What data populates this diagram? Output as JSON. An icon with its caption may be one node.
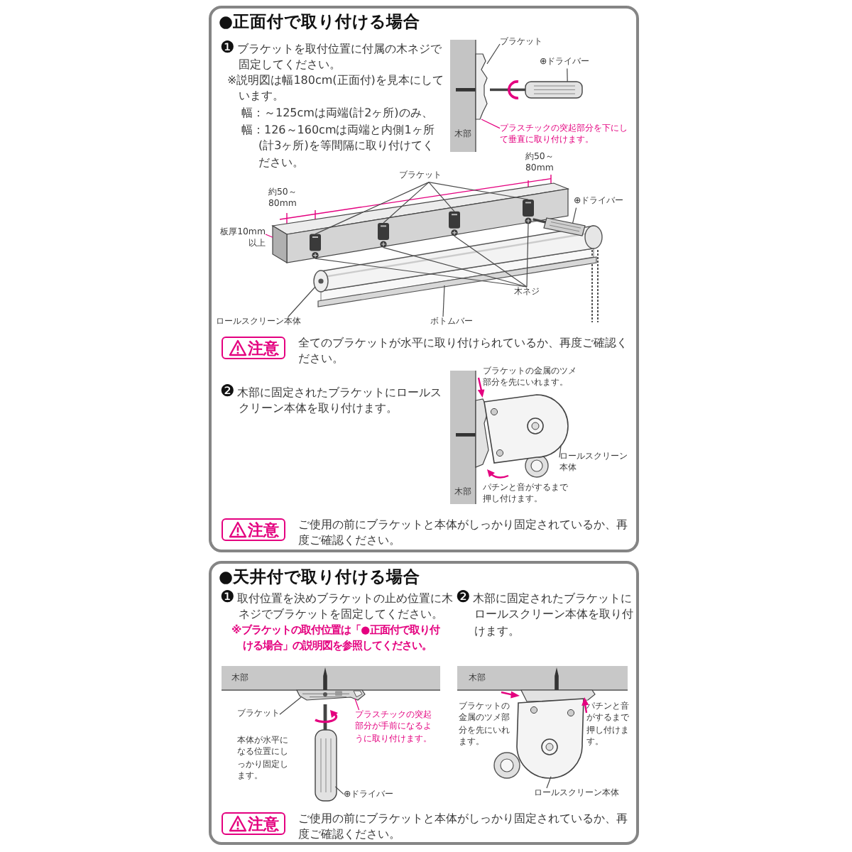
{
  "diagram": {
    "nodes": [
      {
        "text": [
          "●正面付で取り付ける場合",
          "❶ブラケットを取付位置に付属の木ネジで固定してください。",
          "※説明図は幅180cm(正面付)を見本にしています。",
          "幅：～125cmは両端(計2ヶ所)のみ、",
          "幅：126～160cmは両端と内側1ヶ所(計3ヶ所)を等間隔に取り付けてください。",
          "❷木部に固定されたブラケットにロールスクリーン本体を取り付けます。"
        ]
      },
      {
        "text": [
          "ブラケット"
        ],
        "in": 0
      },
      {
        "text": [],
        "shape": "picture",
        "in": 0
      },
      {
        "text": [
          "⊕ドライバー"
        ],
        "in": 0
      },
      {
        "text": [],
        "shape": "picture",
        "in": 0
      },
      {
        "text": [
          "プラスチックの突起部分を下にして垂直に取り付けます。"
        ],
        "in": 0
      },
      {
        "text": [
          "ブラケット"
        ],
        "in": 0
      },
      {
        "text": [
          "板厚10mm以上"
        ],
        "in": 0
      },
      {
        "text": [],
        "shape": "picture",
        "in": 0
      },
      {
        "text": [],
        "shape": "picture",
        "in": 8
      },
      {
        "text": [],
        "shape": "picture",
        "in": 8
      },
      {
        "text": [],
        "shape": "picture",
        "in": 8
      },
      {
        "text": [],
        "shape": "picture",
        "in": 8
      },
      {
        "text": [
          "⊕ドライバー"
        ],
        "in": 0
      },
      {
        "text": [],
        "shape": "picture",
        "in": 0
      },
      {
        "text": [
          "木ネジ"
        ],
        "in": 0
      },
      {
        "text": [],
        "shape": "picture",
        "in": 8
      },
      {
        "text": [],
        "shape": "picture",
        "in": 8
      },
      {
        "text": [],
        "shape": "picture",
        "in": 8
      },
      {
        "text": [],
        "shape": "picture",
        "in": 8
      },
      {
        "text": [
          "ロールスクリーン本体"
        ],
        "in": 0
      },
      {
        "text": [],
        "shape": "picture",
        "in": 0
      },
      {
        "text": [
          "ボトムバー"
        ],
        "in": 0
      },
      {
        "text": [],
        "shape": "picture",
        "in": 0
      },
      {
        "text": [
          "注意"
        ],
        "beside": [
          "全てのブラケットが水平に取り付けられているか、再度ご確認ください。"
        ],
        "in": 0
      },
      {
        "text": [
          "ロールスクリーン本体"
        ],
        "in": 0
      },
      {
        "text": [],
        "shape": "picture",
        "in": 0
      },
      {
        "text": [
          "注意"
        ],
        "beside": [
          "ご使用の前にブラケットと本体がしっかり固定されているか、再度ご確認ください。"
        ],
        "in": 0
      },
      {
        "text": [
          "●天井付で取り付ける場合",
          "❶取付位置を決めブラケットの止め位置に木ネジでブラケットを固定してください。",
          "※ブラケットの取付位置は「●正面付で取り付ける場合」の説明図を参照してください。",
          "❷木部に固定されたブラケットにロールスクリーン本体を取り付けます。"
        ]
      },
      {
        "text": [
          "ブラケット"
        ],
        "in": 28
      },
      {
        "text": [],
        "shape": "picture",
        "in": 28
      },
      {
        "text": [
          "プラスチックの突起部分が手前になるように取り付けます。"
        ],
        "in": 28
      },
      {
        "text": [
          "⊕ドライバー"
        ],
        "in": 28
      },
      {
        "text": [],
        "shape": "picture",
        "in": 28
      },
      {
        "text": [
          "ロールスクリーン本体"
        ],
        "in": 28
      },
      {
        "text": [],
        "shape": "picture",
        "in": 28
      },
      {
        "text": [
          "注意"
        ],
        "beside": [
          "ご使用の前にブラケットと本体がしっかり固定されているか、再度ご確認ください。"
        ],
        "in": 28
      }
    ],
    "edges": [
      {
        "from": 1,
        "to": 2,
        "arrow": "none"
      },
      {
        "from": 3,
        "to": 4,
        "arrow": "none"
      },
      {
        "from": 5,
        "to": 2,
        "arrow": "none",
        "color": "#e4007f"
      },
      {
        "from": 6,
        "to": 9,
        "arrow": "none"
      },
      {
        "from": 6,
        "to": 10,
        "arrow": "none"
      },
      {
        "from": 6,
        "to": 11,
        "arrow": "none"
      },
      {
        "from": 6,
        "to": 12,
        "arrow": "none"
      },
      {
        "from": 7,
        "to": 8,
        "arrow": "none",
        "color": "#e4007f"
      },
      {
        "from": 13,
        "to": 14,
        "arrow": "none"
      },
      {
        "from": 15,
        "to": 16,
        "arrow": "none"
      },
      {
        "from": 15,
        "to": 17,
        "arrow": "none"
      },
      {
        "from": 15,
        "to": 18,
        "arrow": "none"
      },
      {
        "from": 15,
        "to": 19,
        "arrow": "none"
      },
      {
        "from": 20,
        "to": 21,
        "arrow": "none"
      },
      {
        "from": 22,
        "to": 23,
        "arrow": "none"
      },
      {
        "from": 25,
        "to": 26,
        "arrow": "none"
      },
      {
        "from": 29,
        "to": 30,
        "arrow": "none"
      },
      {
        "from": 31,
        "to": 30,
        "arrow": "none",
        "color": "#e4007f"
      },
      {
        "from": 32,
        "to": 33,
        "arrow": "none"
      },
      {
        "from": 34,
        "to": 35,
        "arrow": "none"
      }
    ],
    "labels": [
      "木部",
      "約50～80mm",
      "約50～80mm",
      "ブラケットの金属のツメ部分を先にいれます。",
      "パチンと音がするまで押し付けます。",
      "木部",
      "木部",
      "本体が水平になる位置にしっかり固定します。",
      "木部",
      "ブラケットの金属のツメ部分を先にいれます。",
      "パチンと音がするまで押し付けます。"
    ]
  }
}
